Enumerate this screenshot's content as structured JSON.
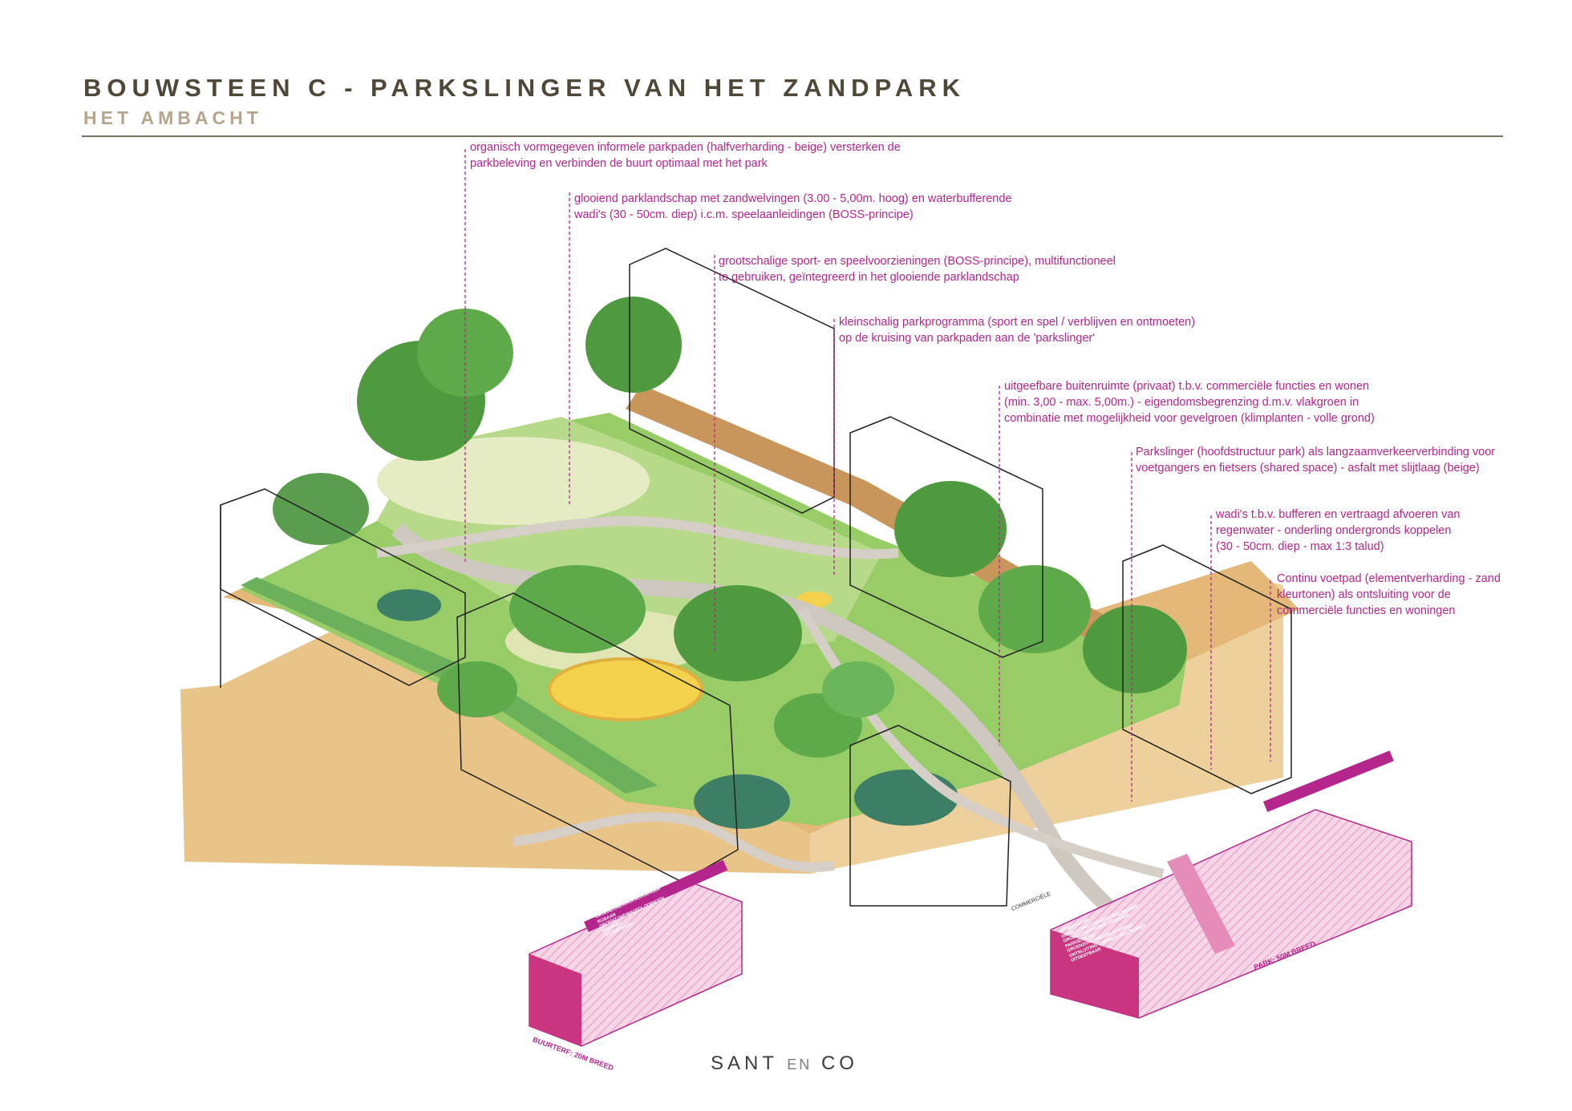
{
  "header": {
    "title": "BOUWSTEEN C - PARKSLINGER VAN HET ZANDPARK",
    "subtitle": "HET AMBACHT"
  },
  "annotations": [
    {
      "lines": [
        "organisch vormgegeven informele parkpaden (halfverharding - beige) versterken de",
        "parkbeleving en verbinden de buurt optimaal met het park"
      ]
    },
    {
      "lines": [
        "glooiend parklandschap met zandwelvingen (3.00 - 5,00m. hoog) en waterbufferende",
        "wadi's (30 - 50cm. diep) i.c.m. speelaanleidingen (BOSS-principe)"
      ]
    },
    {
      "lines": [
        "grootschalige sport- en speelvoorzieningen (BOSS-principe), multifunctioneel",
        "te gebruiken, geïntegreerd in het glooiende parklandschap"
      ]
    },
    {
      "lines": [
        "kleinschalig parkprogramma (sport en spel / verblijven en ontmoeten)",
        "op de kruising van parkpaden aan de 'parkslinger'"
      ]
    },
    {
      "lines": [
        "uitgeefbare buitenruimte (privaat) t.b.v. commerciële functies en wonen",
        "(min. 3,00 - max. 5,00m.) - eigendomsbegrenzing d.m.v. vlakgroen in",
        "combinatie met mogelijkheid voor gevelgroen (klimplanten - volle grond)"
      ]
    },
    {
      "lines": [
        "Parkslinger (hoofdstructuur park) als langzaamverkeerverbinding voor",
        "voetgangers en fietsers (shared space) - asfalt met slijtlaag (beige)"
      ]
    },
    {
      "lines": [
        "wadi's t.b.v. bufferen en vertraagd afvoeren van",
        "regenwater - onderling ondergronds koppelen",
        "(30 - 50cm. diep - max 1:3 talud)"
      ]
    },
    {
      "lines": [
        "Continu voetpad (elementverharding - zand",
        "kleurtonen) als ontsluiting voor de",
        "commerciële functies en woningen"
      ]
    }
  ],
  "section_left": {
    "bands": [
      "UITGEEFBAAR",
      "VOETPAD",
      "GROENZONE/WADI/GLOOIINGEN",
      "RIJBAAN",
      "GROENZONE/WADI/GLOOIINGEN",
      "VOETPAD",
      "UITGEEFBAAR"
    ],
    "caption": "BUURTERF: 20M BREED"
  },
  "section_right": {
    "bands": [
      "UITGEEFBAAR",
      "ONTSLUITING COMMERCIËEL/WONEN",
      "GROENZONE/WADI/GLOOIINGEN",
      "PARKSLINGER",
      "GROENZONE/WADI/GLOOIINGEN",
      "ONTSLUITING COMMERCIËEL/WONEN",
      "UITGEEFBAAR"
    ],
    "label_commercieel": "COMMERCIËLE",
    "caption": "PARK: 50M BREED"
  },
  "footer": {
    "brand_left": "SANT",
    "brand_mid": "EN",
    "brand_right": "CO"
  },
  "colors": {
    "title": "#4f4839",
    "subtitle": "#b7a48d",
    "annotation": "#b5268d",
    "sand": "#e8c488",
    "grass": "#8cc85c",
    "tree": "#4f9a3f",
    "path": "#cfc8c1",
    "section_pink": "#e58cb9"
  }
}
